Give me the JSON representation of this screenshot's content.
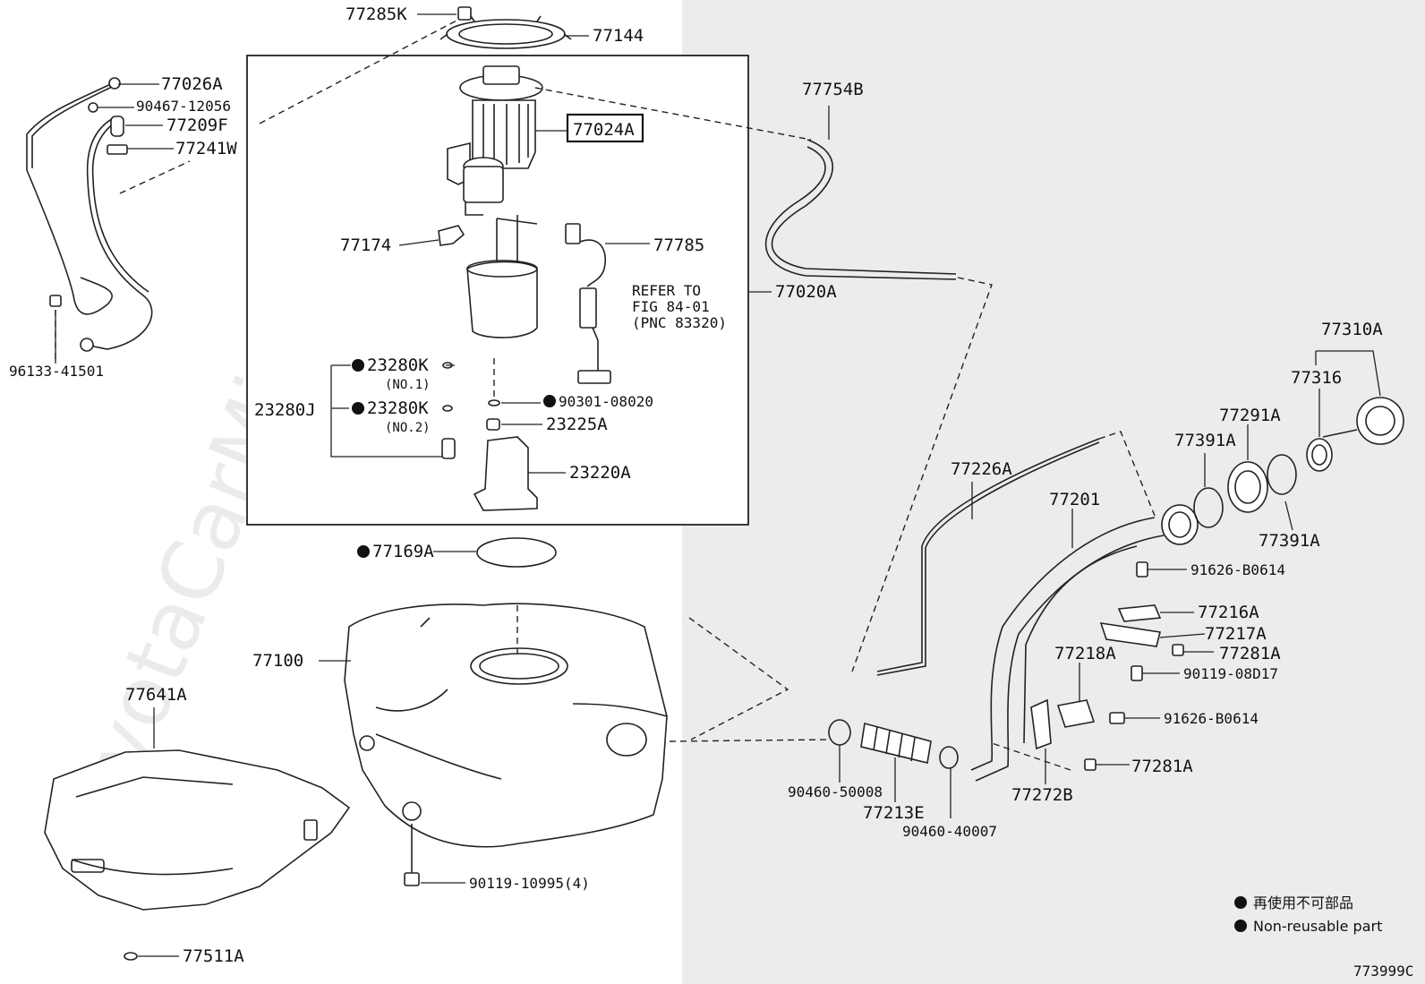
{
  "diagram": {
    "figure_code": "773999C",
    "highlighted_part": "77024A",
    "legend": {
      "symbol": "●",
      "japanese": "再使用不可部品",
      "english": "Non-reusable part"
    },
    "refer": {
      "line1": "REFER TO",
      "line2": "FIG 84-01",
      "line3": "(PNC 83320)"
    },
    "watermark": "ToyotaCarMine.ru",
    "labels": [
      "77285K",
      "77144",
      "77026A",
      "90467-12056",
      "77209F",
      "77241W",
      "96133-41501",
      "77024A",
      "77754B",
      "77174",
      "77785",
      "77020A",
      "23280K",
      "(NO.1)",
      "23280J",
      "23280K",
      "(NO.2)",
      "90301-08020",
      "23225A",
      "23220A",
      "77169A",
      "77100",
      "77641A",
      "77511A",
      "90119-10995(4)",
      "77226A",
      "77201",
      "77310A",
      "77316",
      "77291A",
      "77391A",
      "77391A",
      "91626-B0614",
      "77216A",
      "77217A",
      "77281A",
      "77218A",
      "90119-08D17",
      "91626-B0614",
      "77281A",
      "77272B",
      "90460-50008",
      "77213E",
      "90460-40007"
    ]
  }
}
